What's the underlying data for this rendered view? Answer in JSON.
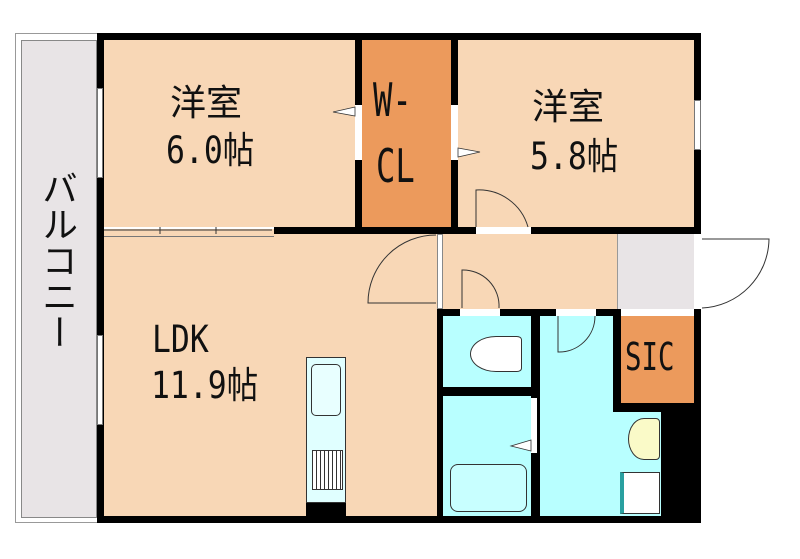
{
  "rooms": {
    "bedroom1": {
      "name": "洋室",
      "size": "6.0帖"
    },
    "walk_in_closet": {
      "line1": "W-",
      "line2": "CL"
    },
    "bedroom2": {
      "name": "洋室",
      "size": "5.8帖"
    },
    "ldk": {
      "name": "LDK",
      "size": "11.9帖"
    },
    "shoe_closet": {
      "name": "SIC"
    },
    "balcony": {
      "name": "バルコニー"
    }
  },
  "colors": {
    "room": "#f8d7b6",
    "closet": "#ec9a5c",
    "wet_area": "#b8ffff",
    "balcony": "#e8e4e6",
    "wall": "#000000"
  }
}
